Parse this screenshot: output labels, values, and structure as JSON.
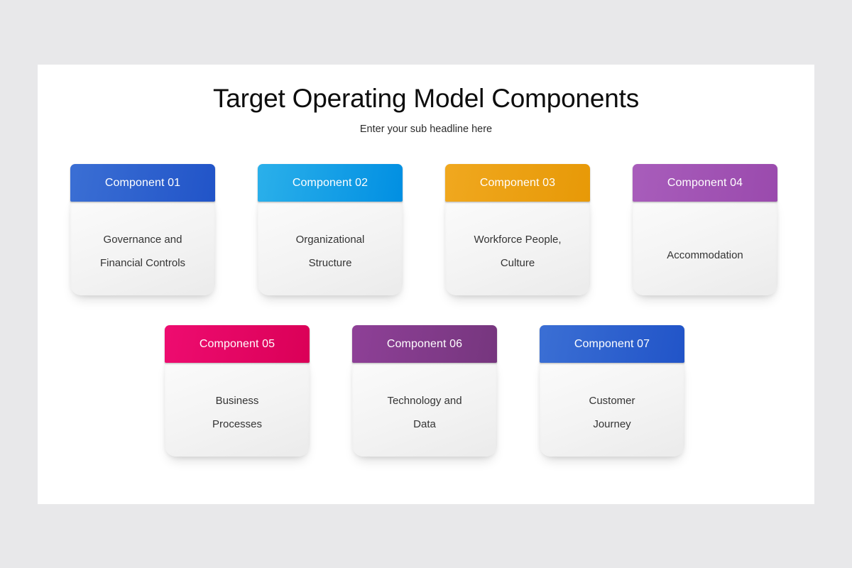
{
  "slide": {
    "title": "Target Operating Model Components",
    "subtitle": "Enter your sub headline here",
    "background_color": "#e8e8ea",
    "canvas_color": "#ffffff"
  },
  "cards": [
    {
      "header": "Component 01",
      "body": "Governance and\nFinancial Controls",
      "lines": 2,
      "color_from": "#3b6fd4",
      "color_to": "#2154c8",
      "row": 1
    },
    {
      "header": "Component 02",
      "body": "Organizational\nStructure",
      "lines": 2,
      "color_from": "#2bb0ea",
      "color_to": "#018fe2",
      "row": 1
    },
    {
      "header": "Component 03",
      "body": "Workforce People,\nCulture",
      "lines": 2,
      "color_from": "#f0a81f",
      "color_to": "#e79907",
      "row": 1
    },
    {
      "header": "Component 04",
      "body": "Accommodation",
      "lines": 1,
      "color_from": "#a85dbb",
      "color_to": "#9a4aad",
      "row": 1
    },
    {
      "header": "Component 05",
      "body": "Business\nProcesses",
      "lines": 2,
      "color_from": "#ee0c70",
      "color_to": "#da0057",
      "row": 2
    },
    {
      "header": "Component 06",
      "body": "Technology and\nData",
      "lines": 2,
      "color_from": "#8e4097",
      "color_to": "#76367e",
      "row": 2
    },
    {
      "header": "Component 07",
      "body": "Customer\nJourney",
      "lines": 2,
      "color_from": "#3b6fd4",
      "color_to": "#2154c8",
      "row": 2
    }
  ]
}
